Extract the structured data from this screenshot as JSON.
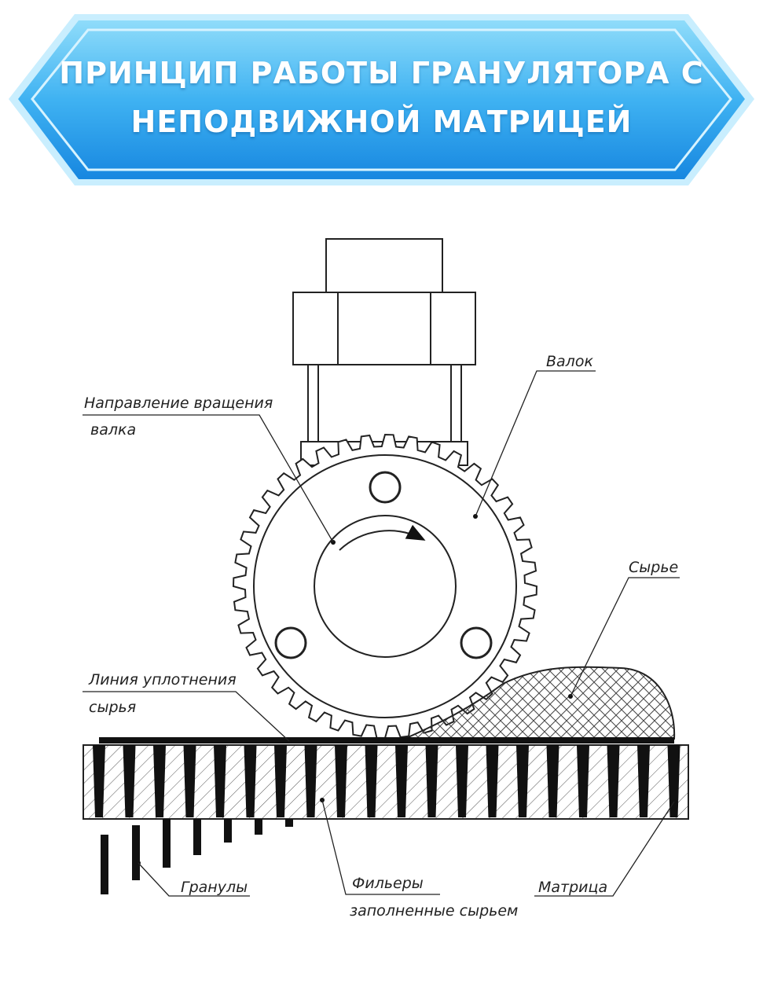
{
  "banner": {
    "title_line1": "ПРИНЦИП РАБОТЫ ГРАНУЛЯТОРА С",
    "title_line2": "НЕПОДВИЖНОЙ МАТРИЦЕЙ",
    "colors": {
      "top": "#7fd3f7",
      "bottom": "#1b8fe6",
      "rim": "#bfeafe"
    }
  },
  "labels": {
    "roller": "Валок",
    "rotation_line1": "Направление вращения",
    "rotation_line2": "валка",
    "raw": "Сырье",
    "compaction_line1": "Линия уплотнения",
    "compaction_line2": "сырья",
    "granules": "Гранулы",
    "channels_line1": "Фильеры",
    "channels_line2": "заполненные сырьем",
    "matrix": "Матрица"
  }
}
